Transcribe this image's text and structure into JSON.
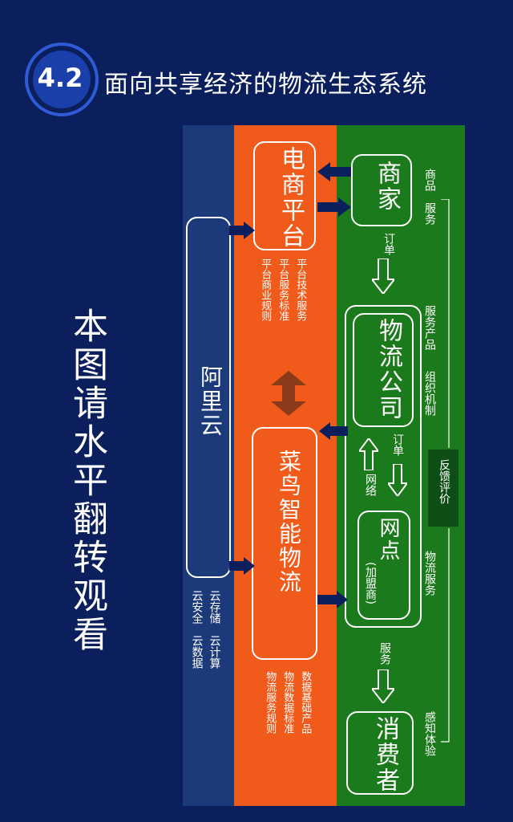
{
  "header": {
    "number": "4.2",
    "title": "面向共享经济的物流生态系统"
  },
  "side_note": "本图请水平翻转观看",
  "aliyun": {
    "label": "阿里云",
    "services_1": "云存储　云计算",
    "services_2": "云安全　云数据"
  },
  "platform": {
    "label": "电商平台",
    "notes": [
      "平台技术服务",
      "平台服务标准",
      "平台商业规则"
    ]
  },
  "cainiao": {
    "label": "菜鸟智能物流",
    "notes": [
      "数据基础产品",
      "物流数据标准",
      "物流服务规则"
    ]
  },
  "merchant": {
    "label": "商家",
    "side": "商品　服务"
  },
  "order_1": "订单",
  "logistics": {
    "label": "物流公司",
    "side_1": "服务产品",
    "side_2": "组织机制"
  },
  "order_2": "订单",
  "network": "网络",
  "outlet": {
    "label": "网点",
    "sub": "(加盟商)",
    "side": "物流服务"
  },
  "feedback": "反馈评价",
  "service": "服务",
  "consumer": {
    "label": "消费者",
    "side": "感知体验"
  },
  "colors": {
    "background": "#0b1f5c",
    "blue_column": "#1c3a7a",
    "orange_column": "#f05a1a",
    "green_column": "#1b7a1b",
    "arrow": "#0b1f5c"
  }
}
